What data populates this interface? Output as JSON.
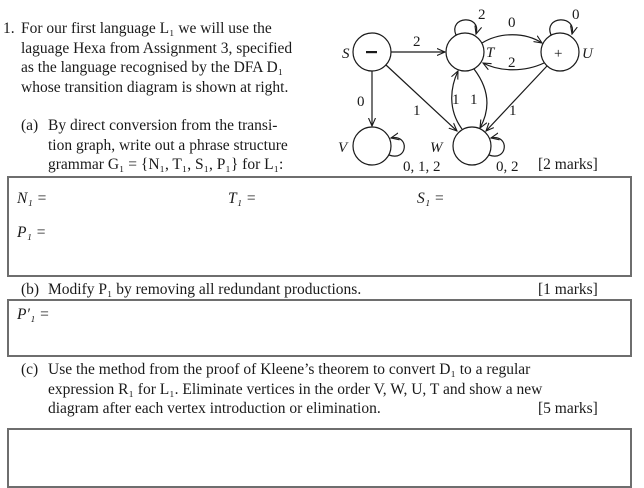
{
  "question": {
    "number": "1.",
    "intro_lines": [
      "For our first language L₁ we will use the",
      "laguage Hexa from Assignment 3, specified",
      "as the language recognised by the DFA D₁",
      "whose transition diagram is shown at right."
    ]
  },
  "part_a": {
    "label": "(a)",
    "lines": [
      "By direct conversion from the transi-",
      "tion graph, write out a phrase structure",
      "grammar G₁ = {N₁, T₁, S₁, P₁} for L₁:"
    ],
    "marks": "[2 marks]",
    "fields": {
      "n1": "N₁ =",
      "t1": "T₁ =",
      "s1": "S₁ =",
      "p1": "P₁ ="
    }
  },
  "part_b": {
    "label": "(b)",
    "text": "Modify P₁ by removing all redundant productions.",
    "marks": "[1 marks]",
    "fields": {
      "p1_prime": "P′₁ ="
    }
  },
  "part_c": {
    "label": "(c)",
    "lines": [
      "Use the method from the proof of Kleene’s theorem to convert D₁ to a regular",
      "expression R₁ for L₁. Eliminate vertices in the order V, W, U, T and show a new",
      "diagram after each vertex introduction or elimination."
    ],
    "marks": "[5 marks]"
  },
  "dfa": {
    "states": [
      {
        "name": "S",
        "marker": "–",
        "role": "start"
      },
      {
        "name": "T",
        "marker": "",
        "role": "normal"
      },
      {
        "name": "U",
        "marker": "+",
        "role": "accept"
      },
      {
        "name": "V",
        "marker": "",
        "role": "normal"
      },
      {
        "name": "W",
        "marker": "",
        "role": "normal"
      }
    ],
    "transitions": [
      {
        "from": "S",
        "to": "T",
        "label": "2"
      },
      {
        "from": "S",
        "to": "V",
        "label": "0"
      },
      {
        "from": "S",
        "to": "W",
        "label": "1"
      },
      {
        "from": "T",
        "to": "T",
        "label": "2"
      },
      {
        "from": "T",
        "to": "U",
        "label": "0"
      },
      {
        "from": "U",
        "to": "T",
        "label": "2"
      },
      {
        "from": "U",
        "to": "U",
        "label": "0"
      },
      {
        "from": "T",
        "to": "W",
        "label": "1"
      },
      {
        "from": "W",
        "to": "T",
        "label": "1"
      },
      {
        "from": "U",
        "to": "W",
        "label": "1"
      },
      {
        "from": "V",
        "to": "V",
        "label": "0, 1, 2"
      },
      {
        "from": "W",
        "to": "W",
        "label": "0, 2"
      }
    ]
  }
}
